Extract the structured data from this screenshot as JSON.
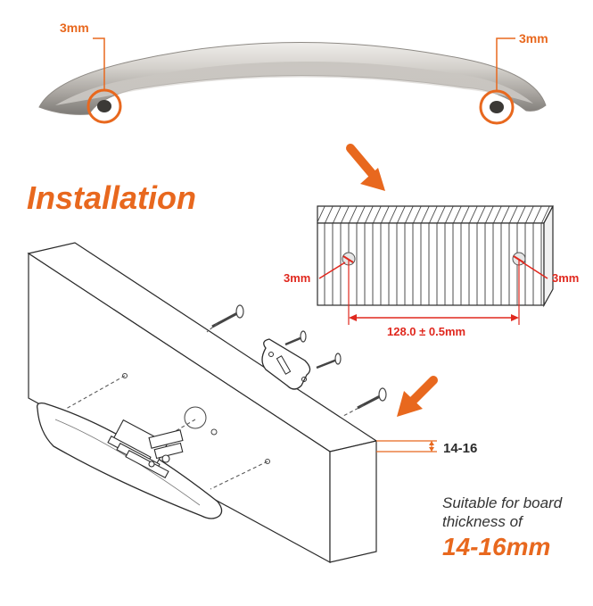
{
  "top_hole_label_left": "3mm",
  "top_hole_label_right": "3mm",
  "section_title": "Installation",
  "panel_hole_label_left": "3mm",
  "panel_hole_label_right": "3mm",
  "hole_spacing": "128.0 ± 0.5mm",
  "board_thickness_dim": "14-16",
  "suitable_line_1": "Suitable for board",
  "suitable_line_2": "thickness of",
  "suitable_range": "14-16mm",
  "colors": {
    "accent_orange": "#e8681e",
    "dimension_red": "#e0281e",
    "metal_silver": "#c9c6c2",
    "line_dark": "#2b2b2b"
  }
}
